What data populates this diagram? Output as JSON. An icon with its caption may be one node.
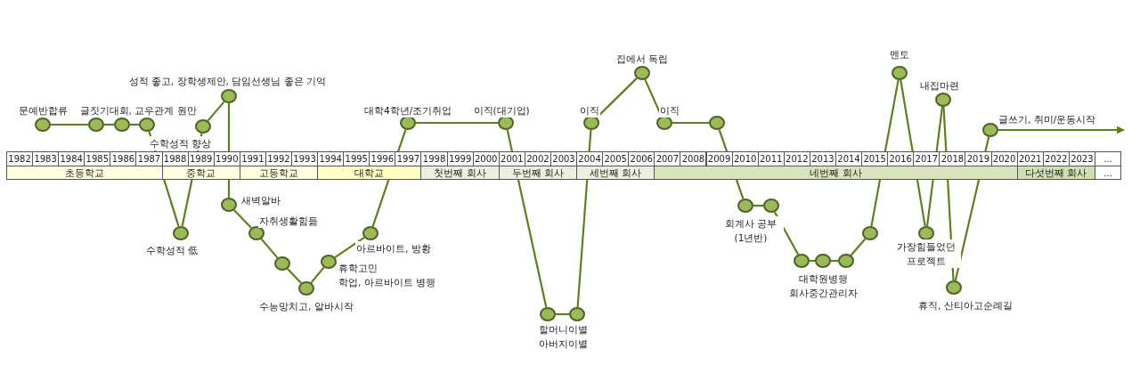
{
  "diagram": {
    "nodes": [
      {
        "text": [],
        "shape": "circle",
        "beside": [
          "문예반합류"
        ]
      },
      {
        "text": [],
        "shape": "circle"
      },
      {
        "text": [],
        "shape": "circle",
        "beside": [
          "글짓기대회, 교우관계 원만"
        ]
      },
      {
        "text": [],
        "shape": "circle"
      },
      {
        "text": [],
        "shape": "circle",
        "beside": [
          "수학성적 低"
        ]
      },
      {
        "text": [],
        "shape": "circle",
        "beside": [
          "수학성적 향상"
        ]
      },
      {
        "text": [],
        "shape": "circle",
        "beside": [
          "성적 좋고, 장학생제안, 담임선생님 좋은 기억"
        ]
      },
      {
        "text": [],
        "shape": "circle",
        "beside": [
          "새벽알바"
        ]
      },
      {
        "text": [],
        "shape": "circle",
        "beside": [
          "자취생활힘듦"
        ]
      },
      {
        "text": [],
        "shape": "circle"
      },
      {
        "text": [],
        "shape": "circle",
        "beside": [
          "수능망치고, 알바시작"
        ]
      },
      {
        "text": [],
        "shape": "circle",
        "beside": [
          "휴학고민",
          "학업, 아르바이트 병행"
        ]
      },
      {
        "text": [],
        "shape": "circle",
        "beside": [
          "아르바이트, 방황"
        ]
      },
      {
        "text": [],
        "shape": "circle",
        "beside": [
          "대학4학년/조기취업"
        ]
      },
      {
        "text": [],
        "shape": "circle",
        "beside": [
          "이직(대기업)"
        ]
      },
      {
        "text": [],
        "shape": "circle",
        "beside": [
          "할머니이별",
          "아버지이별"
        ]
      },
      {
        "text": [],
        "shape": "circle"
      },
      {
        "text": [],
        "shape": "circle",
        "beside": [
          "이직"
        ]
      },
      {
        "text": [],
        "shape": "circle",
        "beside": [
          "집에서 독립"
        ]
      },
      {
        "text": [],
        "shape": "circle",
        "beside": [
          "이직"
        ]
      },
      {
        "text": [],
        "shape": "circle"
      },
      {
        "text": [],
        "shape": "circle",
        "beside": [
          "회계사 공부 (1년반)"
        ]
      },
      {
        "text": [],
        "shape": "circle"
      },
      {
        "text": [],
        "shape": "circle"
      },
      {
        "text": [],
        "shape": "circle",
        "beside": [
          "대학원병행",
          "회사중간관리자"
        ]
      },
      {
        "text": [],
        "shape": "circle"
      },
      {
        "text": [],
        "shape": "circle"
      },
      {
        "text": [],
        "shape": "circle",
        "beside": [
          "멘토"
        ]
      },
      {
        "text": [],
        "shape": "circle",
        "beside": [
          "가장힘들었던 프로젝트"
        ]
      },
      {
        "text": [],
        "shape": "circle",
        "beside": [
          "내집마련"
        ]
      },
      {
        "text": [],
        "shape": "circle",
        "beside": [
          "휴직, 산티아고순례길"
        ]
      },
      {
        "text": [],
        "shape": "circle",
        "beside": [
          "글쓰기, 취미/운동시작"
        ]
      }
    ],
    "edges": [
      {
        "from": 0,
        "to": 1,
        "arrow": "none"
      },
      {
        "from": 1,
        "to": 2,
        "arrow": "none"
      },
      {
        "from": 2,
        "to": 3,
        "arrow": "none"
      },
      {
        "from": 3,
        "to": 4,
        "arrow": "none"
      },
      {
        "from": 4,
        "to": 5,
        "arrow": "none"
      },
      {
        "from": 5,
        "to": 6,
        "arrow": "none"
      },
      {
        "from": 6,
        "to": 7,
        "arrow": "none"
      },
      {
        "from": 7,
        "to": 8,
        "arrow": "none"
      },
      {
        "from": 8,
        "to": 9,
        "arrow": "none"
      },
      {
        "from": 9,
        "to": 10,
        "arrow": "none"
      },
      {
        "from": 10,
        "to": 11,
        "arrow": "none"
      },
      {
        "from": 11,
        "to": 12,
        "arrow": "none"
      },
      {
        "from": 12,
        "to": 13,
        "arrow": "none"
      },
      {
        "from": 13,
        "to": 14,
        "arrow": "none"
      },
      {
        "from": 14,
        "to": 15,
        "arrow": "none"
      },
      {
        "from": 15,
        "to": 16,
        "arrow": "none"
      },
      {
        "from": 16,
        "to": 17,
        "arrow": "none"
      },
      {
        "from": 17,
        "to": 18,
        "arrow": "none"
      },
      {
        "from": 18,
        "to": 19,
        "arrow": "none"
      },
      {
        "from": 19,
        "to": 20,
        "arrow": "none"
      },
      {
        "from": 20,
        "to": 21,
        "arrow": "none"
      },
      {
        "from": 21,
        "to": 22,
        "arrow": "none"
      },
      {
        "from": 22,
        "to": 23,
        "arrow": "none"
      },
      {
        "from": 23,
        "to": 24,
        "arrow": "none"
      },
      {
        "from": 24,
        "to": 25,
        "arrow": "none"
      },
      {
        "from": 25,
        "to": 26,
        "arrow": "none"
      },
      {
        "from": 26,
        "to": 27,
        "arrow": "none"
      },
      {
        "from": 27,
        "to": 28,
        "arrow": "none"
      },
      {
        "from": 28,
        "to": 29,
        "arrow": "none"
      },
      {
        "from": 29,
        "to": 30,
        "arrow": "none"
      },
      {
        "from": 30,
        "to": 31,
        "arrow": "none"
      },
      {
        "from": 31,
        "to": null,
        "arrow": "to"
      }
    ],
    "labels": [
      "1982",
      "1983",
      "1984",
      "1985",
      "1986",
      "1987",
      "1988",
      "1989",
      "1990",
      "1991",
      "1992",
      "1993",
      "1994",
      "1995",
      "1996",
      "1997",
      "1998",
      "1999",
      "2000",
      "2001",
      "2002",
      "2003",
      "2004",
      "2005",
      "2006",
      "2007",
      "2008",
      "2009",
      "2010",
      "2011",
      "2012",
      "2013",
      "2014",
      "2015",
      "2016",
      "2017",
      "2018",
      "2019",
      "2020",
      "2021",
      "2022",
      "2023",
      "...",
      "초등학교",
      "중학교",
      "고등학교",
      "대학교",
      "첫번째 회사",
      "두번째 회사",
      "세번째 회사",
      "네번째 회사",
      "다섯번째 회사",
      "..."
    ]
  }
}
